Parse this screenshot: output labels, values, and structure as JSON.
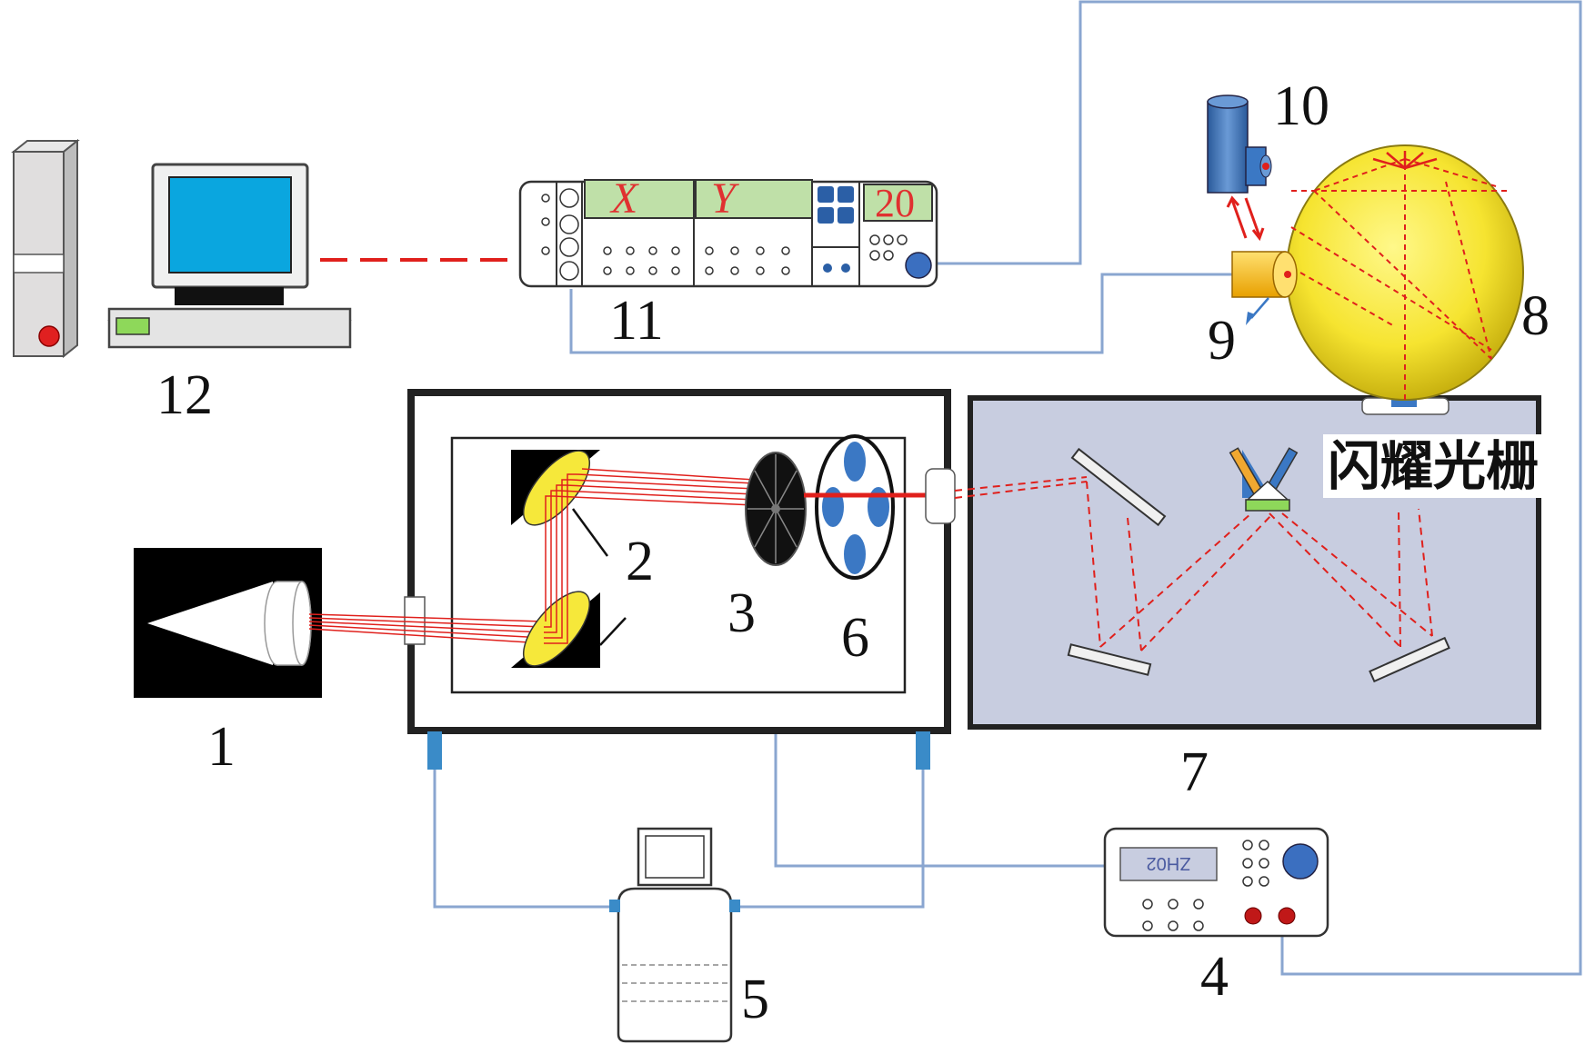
{
  "labels": {
    "n1": "1",
    "n2": "2",
    "n3": "3",
    "n4": "4",
    "n5": "5",
    "n6": "6",
    "n7": "7",
    "n8": "8",
    "n9": "9",
    "n10": "10",
    "n11": "11",
    "n12": "12",
    "grating": "闪耀光栅"
  },
  "panel": {
    "x_display": "X",
    "y_display": "Y",
    "value_display": "20"
  },
  "generator": {
    "display": "ZH02"
  },
  "colors": {
    "beam": "#e0201c",
    "wire": "#8aa6d0",
    "sphere": "#f6e83a",
    "screen": "#0aa6df",
    "mono_bg": "#c8cde0",
    "lens": "#3b78c4"
  }
}
